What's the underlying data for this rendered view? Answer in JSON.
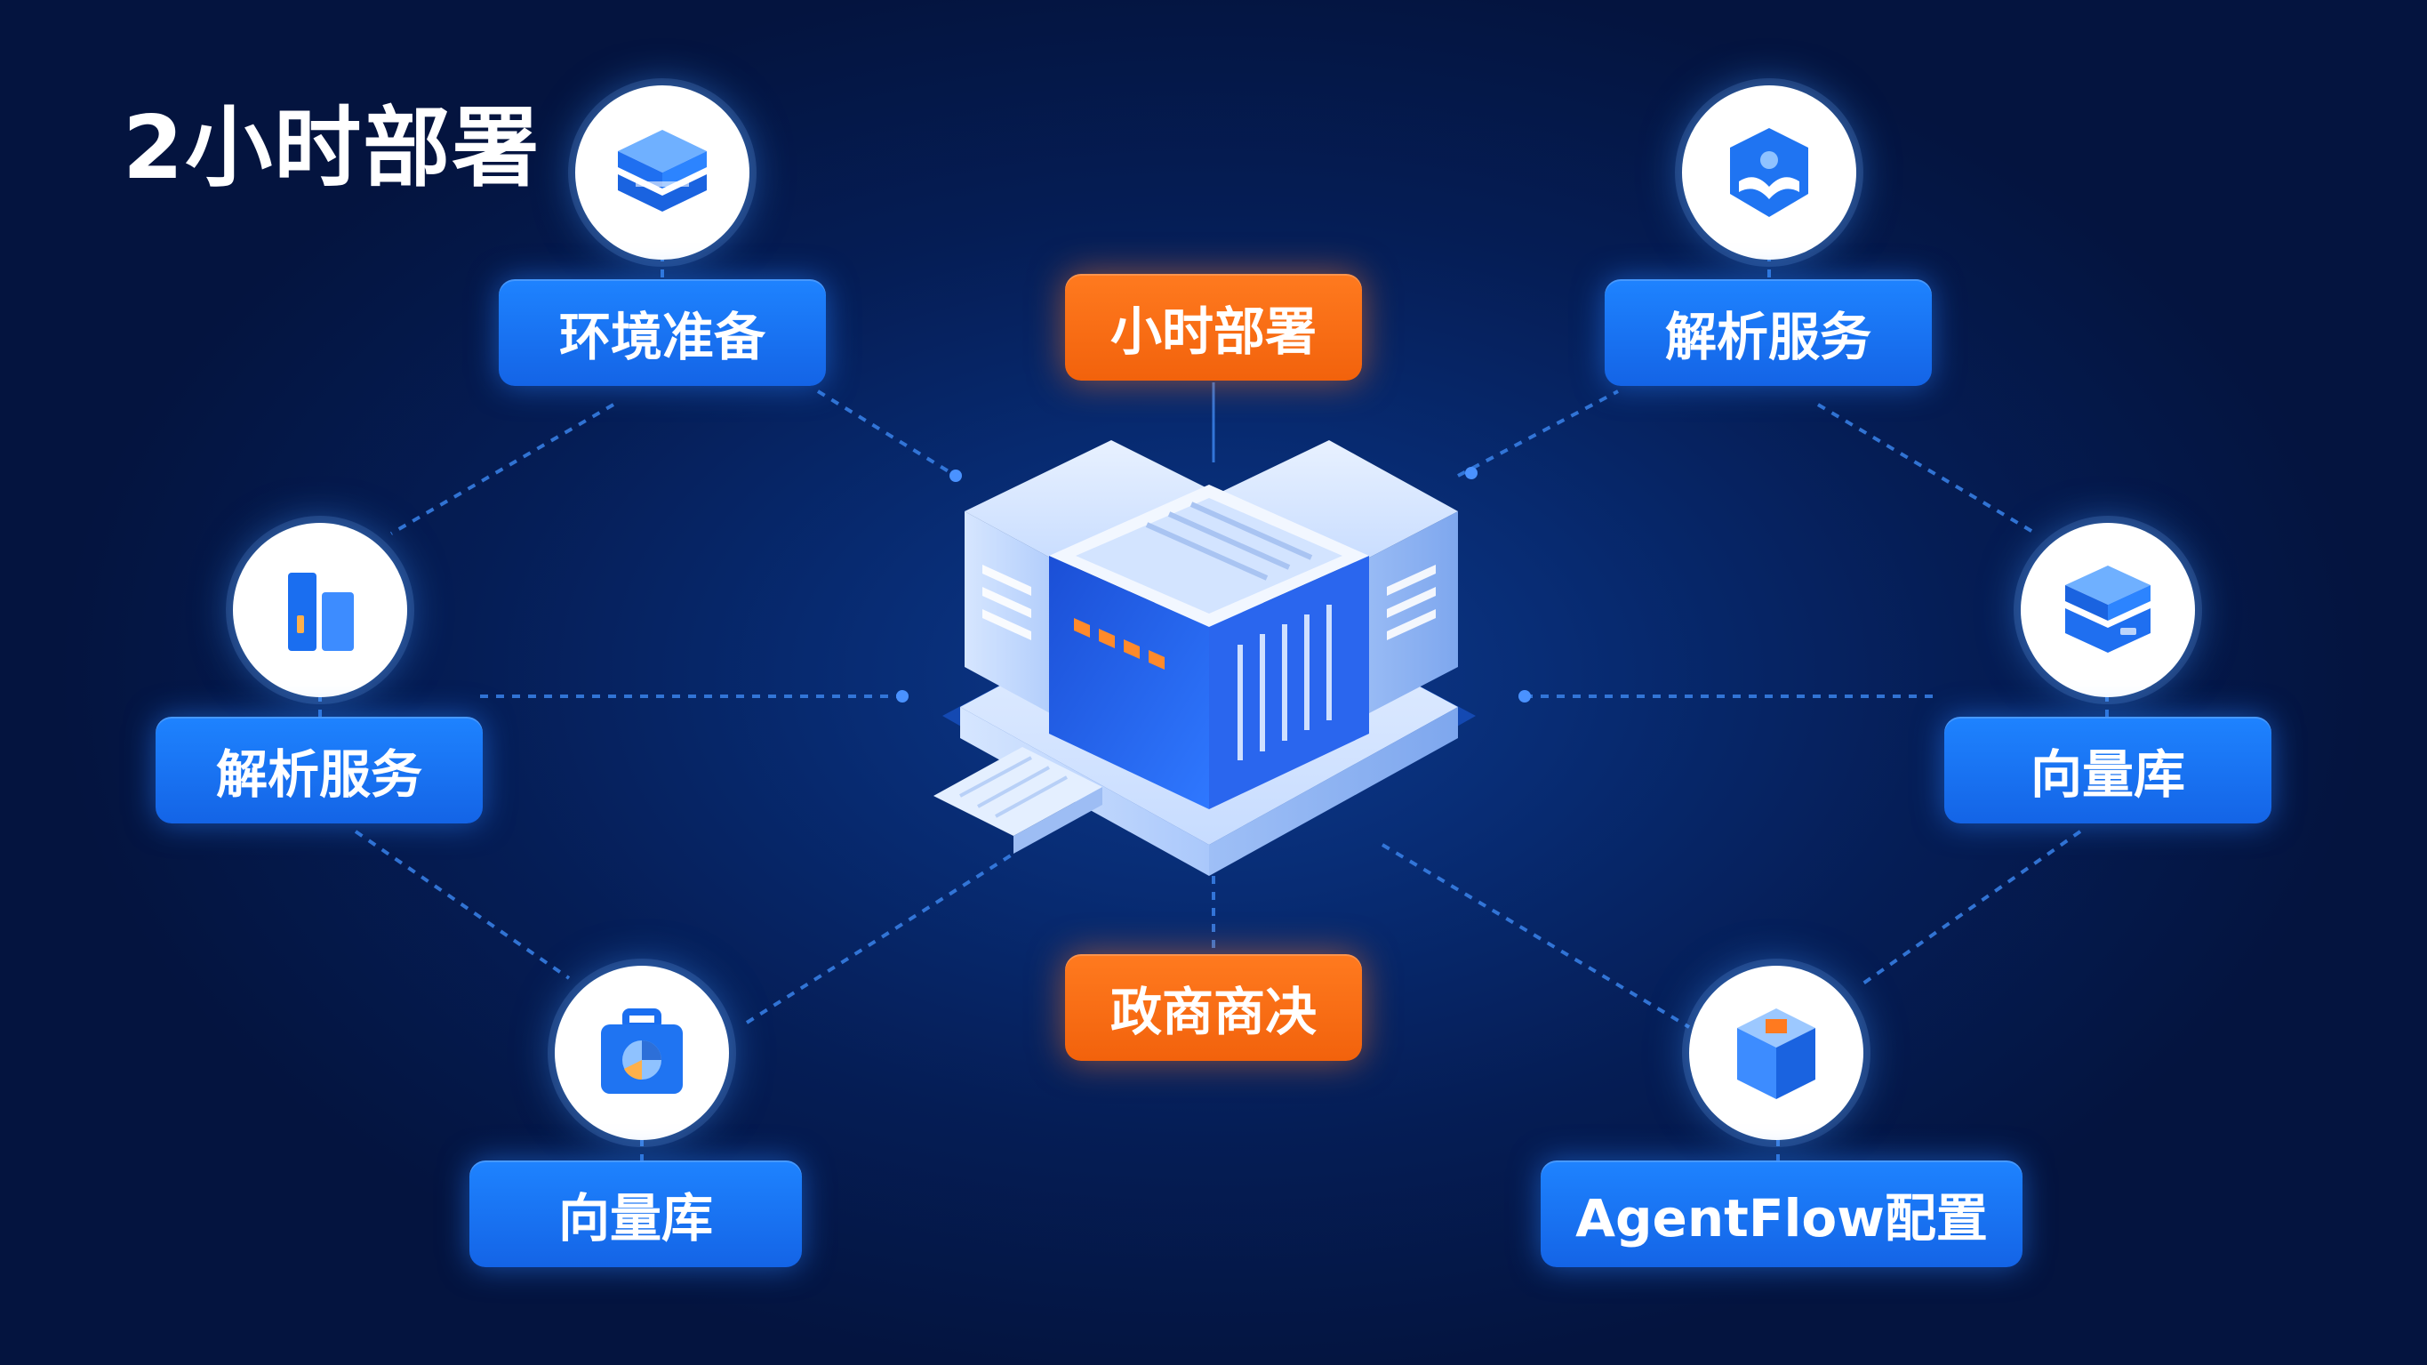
{
  "title": "2小时部署",
  "center": {
    "top_label": "小时部署",
    "bottom_label": "政商商决"
  },
  "nodes": {
    "env_prep": {
      "label": "环境准备",
      "icon": "layers-icon"
    },
    "parse_left": {
      "label": "解析服务",
      "icon": "bar-chart-icon"
    },
    "vector_left": {
      "label": "向量库",
      "icon": "briefcase-icon"
    },
    "parse_right": {
      "label": "解析服务",
      "icon": "shield-book-icon"
    },
    "vector_right": {
      "label": "向量库",
      "icon": "database-box-icon"
    },
    "agentflow": {
      "label": "AgentFlow配置",
      "icon": "cube-icon"
    }
  },
  "colors": {
    "background": "#051d55",
    "pill_blue": "#1a75f5",
    "pill_orange": "#f56a12",
    "line": "#3a7fe0"
  }
}
